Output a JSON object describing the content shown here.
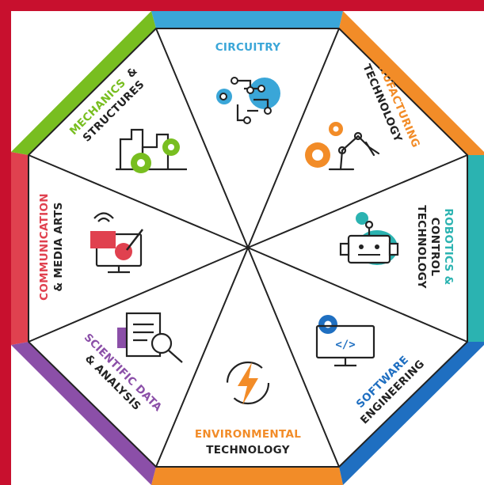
{
  "colors": {
    "frame": "#c8102e",
    "blue_light": "#3aa6d8",
    "orange": "#f28c28",
    "teal": "#2bb3b1",
    "blue_dark": "#1f6fc1",
    "purple": "#8b4fa8",
    "red": "#e0414f",
    "green": "#78be20",
    "dark": "#222222"
  },
  "segments": [
    {
      "id": "circuitry",
      "line1": "CIRCUITRY",
      "line2": "",
      "icon": "circuit-icon"
    },
    {
      "id": "manufacturing",
      "line1": "MANUFACTURING",
      "line2": "TECHNOLOGY",
      "icon": "robotic-arm-icon"
    },
    {
      "id": "robotics",
      "line1": "ROBOTICS &",
      "line2": "CONTROL",
      "line3": "TECHNOLOGY",
      "icon": "robot-icon"
    },
    {
      "id": "software",
      "line1": "SOFTWARE",
      "line2": "ENGINEERING",
      "icon": "code-monitor-icon"
    },
    {
      "id": "environmental",
      "line1": "ENVIRONMENTAL",
      "line2": "TECHNOLOGY",
      "icon": "lightning-icon"
    },
    {
      "id": "scientific",
      "line1": "SCIENTIFIC DATA",
      "line2": "& ANALYSIS",
      "icon": "magnifier-document-icon"
    },
    {
      "id": "communication",
      "line1": "COMMUNICATION",
      "line2": "& MEDIA ARTS",
      "icon": "media-monitor-icon"
    },
    {
      "id": "mechanics",
      "line1": "MECHANICS",
      "line1b": "&",
      "line2": "STRUCTURES",
      "icon": "gears-buildings-icon"
    }
  ]
}
